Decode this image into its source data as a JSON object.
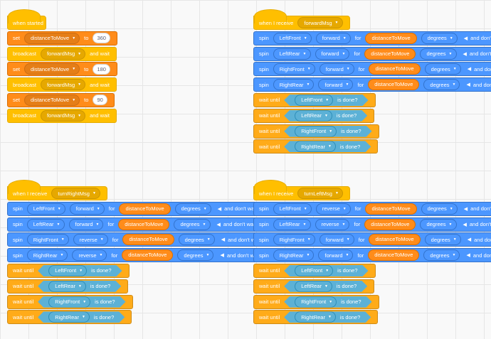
{
  "labels": {
    "when_started": "when started",
    "when_receive": "when I receive",
    "set": "set",
    "to": "to",
    "broadcast": "broadcast",
    "and_wait": "and wait",
    "spin": "spin",
    "for": "for",
    "and_dont_wait": "and don't wait",
    "wait_until": "wait until",
    "is_done": "is done?",
    "distance": "distanceToMove"
  },
  "script1": {
    "setA_var": "distanceToMove",
    "setA_val": "360",
    "bcastA_msg": "forwardMsg",
    "setB_var": "distanceToMove",
    "setB_val": "180",
    "bcastB_msg": "forwardMsg",
    "setC_var": "distanceToMove",
    "setC_val": "90",
    "bcastC_msg": "forwardMsg"
  },
  "script2": {
    "message": "forwardMsg",
    "m1": "LeftFront",
    "d1": "forward",
    "u1": "degrees",
    "m2": "LeftRear",
    "d2": "forward",
    "u2": "degrees",
    "m3": "RightFront",
    "d3": "forward",
    "u3": "degrees",
    "m4": "RightRear",
    "d4": "forward",
    "u4": "degrees",
    "w1": "LeftFront",
    "w2": "LeftRear",
    "w3": "RightFront",
    "w4": "RightRear"
  },
  "script3": {
    "message": "turnRightMsg",
    "m1": "LeftFront",
    "d1": "forward",
    "u1": "degrees",
    "m2": "LeftRear",
    "d2": "forward",
    "u2": "degrees",
    "m3": "RightFront",
    "d3": "reverse",
    "u3": "degrees",
    "m4": "RightRear",
    "d4": "reverse",
    "u4": "degrees",
    "w1": "LeftFront",
    "w2": "LeftRear",
    "w3": "RightFront",
    "w4": "RightRear"
  },
  "script4": {
    "message": "turnLeftMsg",
    "m1": "LeftFront",
    "d1": "reverse",
    "u1": "degrees",
    "m2": "LeftRear",
    "d2": "reverse",
    "u2": "degrees",
    "m3": "RightFront",
    "d3": "forward",
    "u3": "degrees",
    "m4": "RightRear",
    "d4": "forward",
    "u4": "degrees",
    "w1": "LeftFront",
    "w2": "LeftRear",
    "w3": "RightFront",
    "w4": "RightRear"
  },
  "colors": {
    "events": "#ffbf00",
    "variables": "#ff8c1a",
    "motion": "#4c97ff",
    "control": "#ffab19",
    "sensing": "#5cb1d6"
  }
}
